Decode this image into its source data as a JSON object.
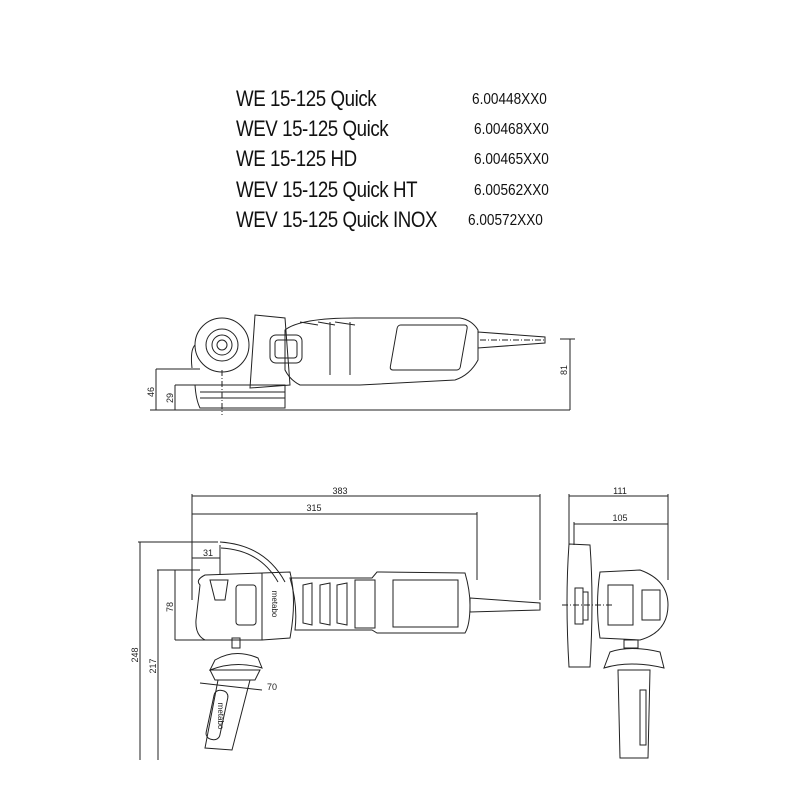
{
  "models": [
    {
      "name": "WE   15-125 Quick",
      "number": "6.00448XX0"
    },
    {
      "name": "WEV 15-125 Quick",
      "number": "6.00468XX0"
    },
    {
      "name": "WE   15-125 HD",
      "number": "6.00465XX0"
    },
    {
      "name": "WEV 15-125 Quick HT",
      "number": "6.00562XX0"
    },
    {
      "name": "WEV 15-125 Quick INOX",
      "number": "6.00572XX0"
    }
  ],
  "side_view": {
    "dimensions": {
      "height_total": "81",
      "height_46": "46",
      "height_29": "29"
    }
  },
  "top_view": {
    "dimensions": {
      "length_total": "383",
      "length_body": "315",
      "guard_offset": "31",
      "head_height": "78",
      "height_total": "248",
      "height_217": "217",
      "handle_width": "70"
    },
    "brand_label": "metabo"
  },
  "front_view": {
    "dimensions": {
      "width_total": "111",
      "width_105": "105"
    }
  }
}
